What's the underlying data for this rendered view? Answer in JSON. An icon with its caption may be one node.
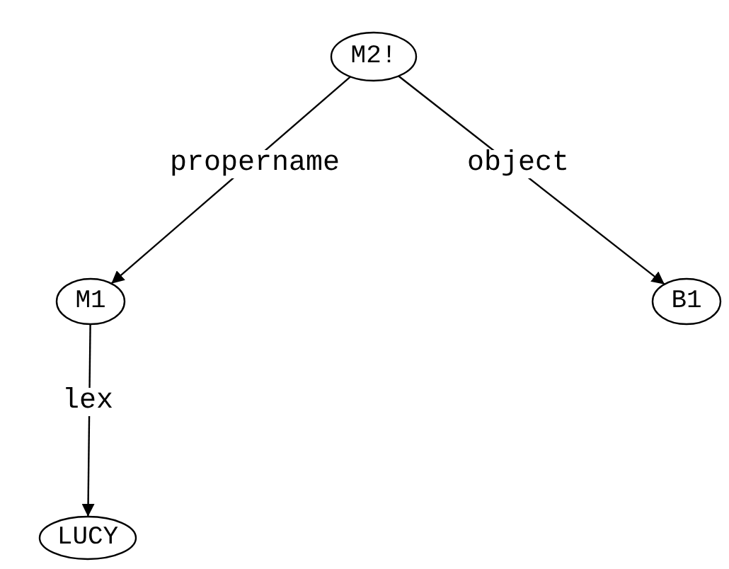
{
  "diagram": {
    "nodes": [
      {
        "text": [
          "M2!"
        ]
      },
      {
        "text": [
          "M1"
        ]
      },
      {
        "text": [
          "B1"
        ]
      },
      {
        "text": [
          "LUCY"
        ]
      }
    ],
    "edges": [
      {
        "from": 0,
        "to": 1,
        "arrow": "to",
        "label": "propername"
      },
      {
        "from": 0,
        "to": 2,
        "arrow": "to",
        "label": "object"
      },
      {
        "from": 1,
        "to": 3,
        "arrow": "to",
        "label": "lex"
      }
    ]
  }
}
